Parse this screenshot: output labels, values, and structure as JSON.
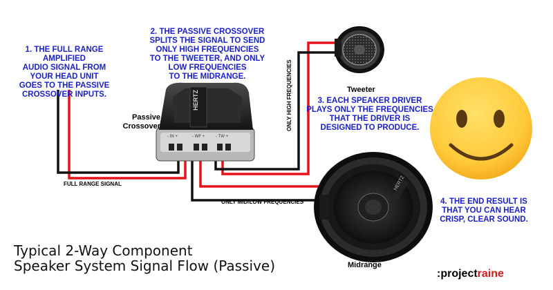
{
  "notes": {
    "step1": "1. THE FULL RANGE AMPLIFIED\nAUDIO SIGNAL FROM\nYOUR HEAD UNIT\nGOES TO THE PASSIVE\nCROSSOVER  INPUTS.",
    "step2": "2. THE PASSIVE CROSSOVER\nSPLITS THE SIGNAL TO SEND\nONLY HIGH FREQUENCIES\nTO THE TWEETER, AND ONLY\nLOW FREQUENCIES\nTO THE MIDRANGE.",
    "step3": "3. EACH SPEAKER DRIVER\nPLAYS ONLY THE FREQUENCIES\nTHAT THE DRIVER IS\nDESIGNED TO PRODUCE.",
    "step4": "4. THE END RESULT IS\nTHAT YOU CAN HEAR\nCRISP, CLEAR SOUND."
  },
  "labels": {
    "crossover": "Passive\nCrossover",
    "tweeter": "Tweeter",
    "midrange": "Midrange",
    "crossover_brand": "HERTZ",
    "terminal_in": "- IN +",
    "terminal_wf": "- WF +",
    "terminal_tw": "- TW +",
    "midrange_brand": "HERTZ"
  },
  "wire_labels": {
    "full_range": "FULL RANGE SIGNAL",
    "high": "ONLY HIGH FREQUENCIES",
    "mid_low": "ONLY MID/LOW FREQUENCIES"
  },
  "title": "Typical 2-Way Component\nSpeaker System Signal Flow (Passive)",
  "brand": {
    "prefix": ":project",
    "accent": "raine"
  },
  "colors": {
    "note_text": "#1a1fc8",
    "wire_red": "#e8121b",
    "wire_black": "#111111",
    "brand_accent": "#d3191d",
    "emoji_face": "#ffc93a"
  }
}
